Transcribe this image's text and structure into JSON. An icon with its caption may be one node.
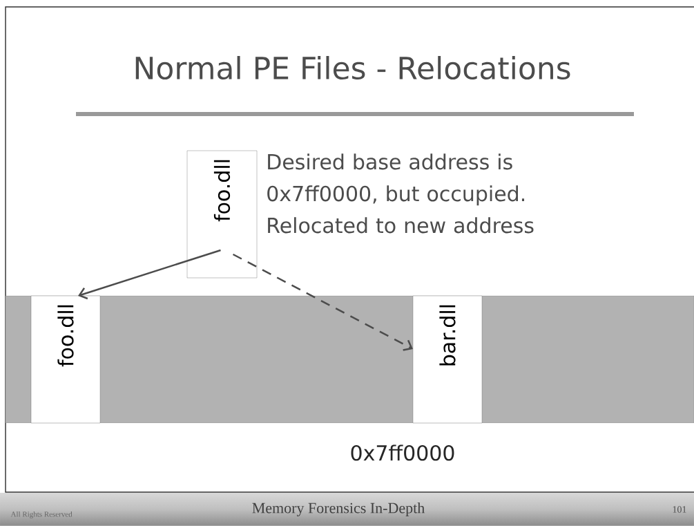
{
  "diagram": {
    "title": "Normal PE Files - Relocations",
    "nodes": [
      {
        "text": [
          "foo.dll"
        ]
      },
      {
        "text": [],
        "shape": "bar"
      },
      {
        "text": [
          "foo.dll"
        ],
        "in": 1
      },
      {
        "text": [
          "bar.dll"
        ],
        "in": 1
      }
    ],
    "edges": [
      {
        "from": 0,
        "to": 2,
        "arrow": "to"
      },
      {
        "from": 0,
        "to": 3,
        "arrow": "to",
        "style": "dashed"
      }
    ],
    "labels": [
      "Desired base address is 0x7ff0000, but occupied. Relocated to new address",
      "0x7ff0000",
      "All Rights Reserved",
      "Memory Forensics In-Depth",
      "101"
    ]
  }
}
